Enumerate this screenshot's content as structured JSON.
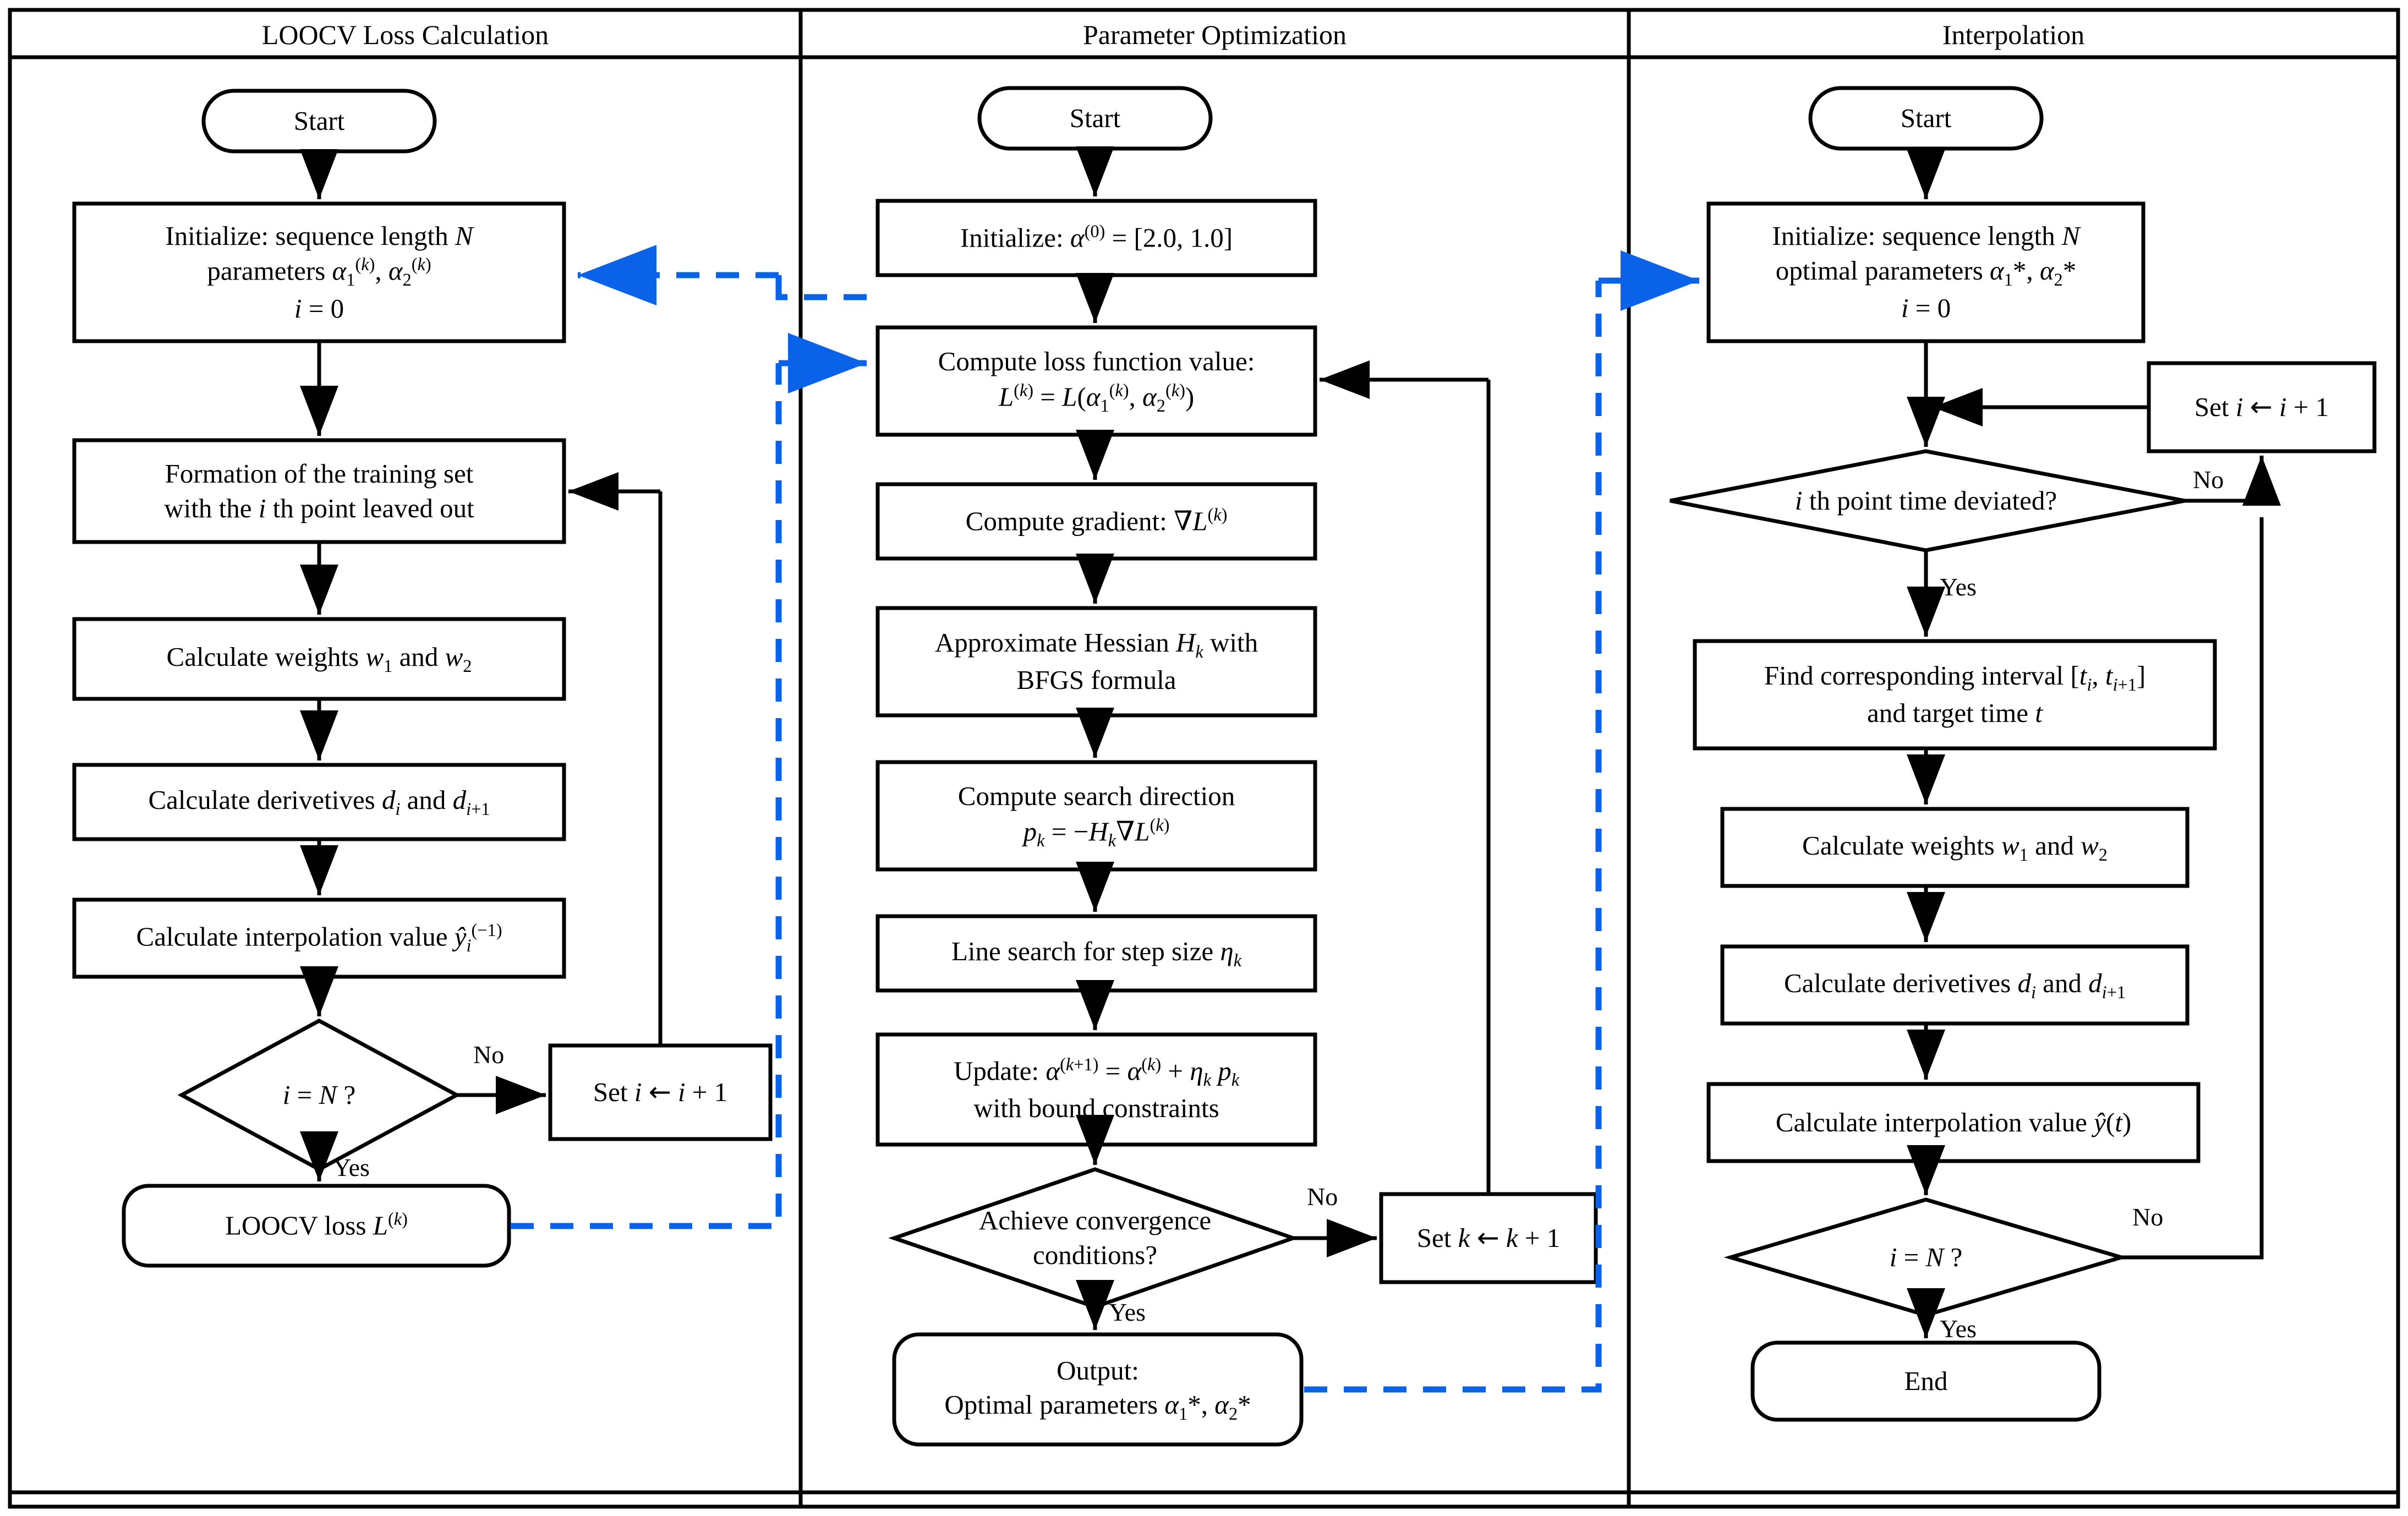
{
  "panels": [
    {
      "id": "loocv",
      "title": "LOOCV Loss Calculation"
    },
    {
      "id": "param",
      "title": "Parameter Optimization"
    },
    {
      "id": "interp",
      "title": "Interpolation"
    }
  ],
  "colors": {
    "stroke": "#000000",
    "dashed_link": "#0a62e8",
    "background": "#ffffff"
  },
  "loocv": {
    "start": "Start",
    "init_l1": "Initialize: sequence length N",
    "init_l2": "parameters α1(k), α2(k)",
    "init_l3": "i = 0",
    "formation_l1": "Formation of the training set",
    "formation_l2": "with the i th point leaved out",
    "weights": "Calculate weights w1 and w2",
    "derivatives": "Calculate derivetives di and di+1",
    "interp_value": "Calculate interpolation value ŷi(−1)",
    "decision": "i = N ?",
    "label_no": "No",
    "label_yes": "Yes",
    "increment": "Set i ← i + 1",
    "output": "LOOCV loss L(k)"
  },
  "param": {
    "start": "Start",
    "init": "Initialize: α(0) = [2.0, 1.0]",
    "loss_l1": "Compute loss function value:",
    "loss_l2": "L(k) = L(α1(k), α2(k))",
    "gradient": "Compute gradient: ∇L(k)",
    "hessian_l1": "Approximate Hessian Hk with",
    "hessian_l2": "BFGS formula",
    "direction_l1": "Compute search direction",
    "direction_l2": "pk = −Hk∇L(k)",
    "line_search": "Line search for step size ηk",
    "update_l1": "Update: α(k+1) = α(k) + ηk pk",
    "update_l2": "with bound constraints",
    "decision_l1": "Achieve convergence",
    "decision_l2": "conditions?",
    "label_no": "No",
    "label_yes": "Yes",
    "increment": "Set k ← k + 1",
    "output_l1": "Output:",
    "output_l2": "Optimal parameters α1*, α2*"
  },
  "interp": {
    "start": "Start",
    "init_l1": "Initialize: sequence length N",
    "init_l2": "optimal parameters α1*, α2*",
    "init_l3": "i = 0",
    "increment": "Set i ← i + 1",
    "decision_time": "i th point time deviated?",
    "label_no": "No",
    "label_yes": "Yes",
    "find_l1": "Find corresponding interval [ti, ti+1]",
    "find_l2": "and target time t",
    "weights": "Calculate weights w1 and w2",
    "derivatives": "Calculate derivetives di and di+1",
    "interp_value": "Calculate interpolation value ŷ(t)",
    "decision_n": "i = N ?",
    "label_no2": "No",
    "label_yes2": "Yes",
    "end": "End"
  }
}
